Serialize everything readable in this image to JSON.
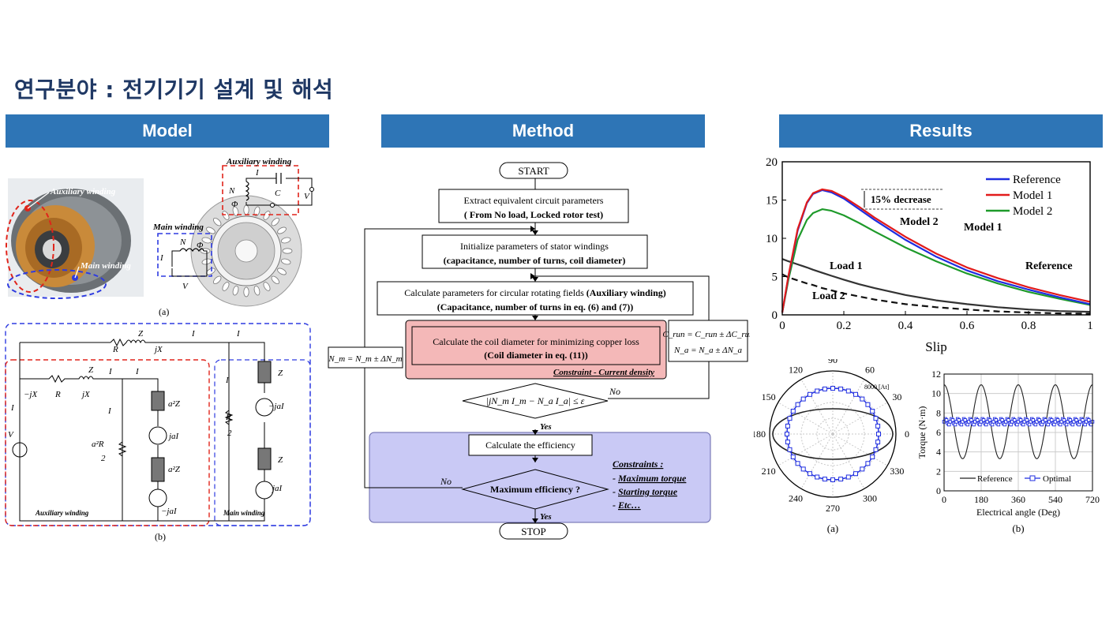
{
  "page_title": "연구분야 : 전기기기 설계 및 해석",
  "headers": {
    "model": "Model",
    "method": "Method",
    "results": "Results"
  },
  "model": {
    "aux_winding_label": "Auxiliary winding",
    "main_winding_label": "Main winding",
    "fig_a": "(a)",
    "fig_b": "(b)",
    "circuit_aux_label": "Auxiliary winding",
    "circuit_main_label": "Main winding",
    "sym": {
      "Na": "N",
      "Im": "I",
      "Vs": "V",
      "Crun": "C",
      "Ia": "I",
      "Phi": "Φ",
      "jXc": "−jX",
      "Rs": "R",
      "jXsl": "jX",
      "Rm": "R",
      "jXm": "jX",
      "Zs": "Z",
      "a2Zf": "a²Z",
      "a2Zb": "a²Z",
      "Zf": "Z",
      "Zb": "Z",
      "I1": "I",
      "I2": "I",
      "Ic": "I",
      "a2R": "a²R",
      "two": "2",
      "Rc": "R",
      "jaI2mZf": "jaI",
      "jaI2mZb": "−jaI",
      "jaI2aZf": "−jaI",
      "jaI2aZb": "jaI"
    }
  },
  "method": {
    "start": "START",
    "stop": "STOP",
    "box1_line1": "Extract equivalent circuit parameters",
    "box1_line2": "( From No load, Locked rotor test)",
    "box2_line1": "Initialize parameters of stator windings",
    "box2_line2": "(capacitance, number of turns, coil diameter)",
    "box3_line1_a": "Calculate parameters for circular rotating fields ",
    "box3_line1_b": "(Auxiliary winding)",
    "box3_line2": "(Capacitance, number of turns in eq. (6) and (7))",
    "box4_line1": "Calculate the coil diameter for minimizing copper loss",
    "box4_line2": "(Coil diameter in eq. (11))",
    "box4_constraint": "Constraint - Current density",
    "eq_left": "N_m = N_m ± ΔN_m",
    "eq_right_1": "C_run = C_run ± ΔC_run",
    "eq_right_2": "N_a = N_a ± ΔN_a",
    "decision1": "|jN_m I_m − N_a I_a| ≤ ε",
    "no1": "No",
    "yes1": "Yes",
    "box5": "Calculate the efficiency",
    "decision2": "Maximum efficiency ?",
    "no2": "No",
    "yes2": "Yes",
    "constraints_title": "Constraints :",
    "constraints": [
      "Maximum torque",
      "Starting torque",
      "Etc…"
    ]
  },
  "results": {
    "annot_decrease": "15% decrease",
    "annot_model2": "Model 2",
    "annot_model1": "Model 1",
    "annot_reference": "Reference",
    "annot_load1": "Load 1",
    "annot_load2": "Load 2",
    "polar_max_label": "8000 [At]",
    "polar_angles": [
      "90",
      "60",
      "30",
      "0",
      "330",
      "300",
      "270",
      "240",
      "210",
      "180",
      "150",
      "120"
    ],
    "fig_a": "(a)",
    "fig_b": "(b)"
  },
  "chart_data": [
    {
      "type": "line",
      "xlabel": "Slip",
      "ylabel": "",
      "xlim": [
        0,
        1
      ],
      "ylim": [
        0,
        20
      ],
      "xticks": [
        "0",
        "0.2",
        "0.4",
        "0.6",
        "0.8",
        "1"
      ],
      "yticks": [
        "0",
        "5",
        "10",
        "15",
        "20"
      ],
      "legend_position": "top-right",
      "x": [
        0,
        0.02,
        0.05,
        0.08,
        0.1,
        0.13,
        0.16,
        0.2,
        0.25,
        0.3,
        0.4,
        0.5,
        0.6,
        0.7,
        0.8,
        0.9,
        1.0
      ],
      "series": [
        {
          "name": "Reference",
          "color": "#1f2de0",
          "values": [
            0.3,
            5.0,
            11.0,
            14.6,
            15.8,
            16.3,
            16.0,
            15.2,
            13.8,
            12.4,
            9.8,
            7.6,
            5.8,
            4.4,
            3.3,
            2.3,
            1.4
          ]
        },
        {
          "name": "Model 1",
          "color": "#e21b1b",
          "values": [
            0.3,
            5.1,
            11.2,
            14.7,
            15.9,
            16.4,
            16.2,
            15.4,
            14.1,
            12.7,
            10.2,
            8.0,
            6.2,
            4.8,
            3.6,
            2.6,
            1.7
          ]
        },
        {
          "name": "Model 2",
          "color": "#1e9a2a",
          "values": [
            0.3,
            4.6,
            9.8,
            12.4,
            13.3,
            13.8,
            13.6,
            13.0,
            12.0,
            10.9,
            8.8,
            7.0,
            5.4,
            4.1,
            3.0,
            2.1,
            1.3
          ]
        },
        {
          "name": "Load 1",
          "color": "#333333",
          "values": [
            7.3,
            7.0,
            6.6,
            6.2,
            5.9,
            5.5,
            5.1,
            4.6,
            4.0,
            3.5,
            2.6,
            1.9,
            1.4,
            1.0,
            0.7,
            0.5,
            0.4
          ]
        },
        {
          "name": "Load 2",
          "color": "#111111",
          "dashed": true,
          "values": [
            5.3,
            4.9,
            4.5,
            4.1,
            3.9,
            3.5,
            3.2,
            2.8,
            2.4,
            2.0,
            1.4,
            1.0,
            0.7,
            0.45,
            0.3,
            0.2,
            0.15
          ]
        }
      ]
    },
    {
      "type": "line",
      "polar": true,
      "rmax": 8000,
      "theta_deg": [
        0,
        30,
        60,
        90,
        120,
        150,
        180,
        210,
        240,
        270,
        300,
        330
      ],
      "series": [
        {
          "name": "Ellipse",
          "color": "#222222",
          "semi_major": 7600,
          "semi_minor": 3200
        },
        {
          "name": "Circle",
          "color": "#1f2de0",
          "radius": 5800
        }
      ]
    },
    {
      "type": "line",
      "xlabel": "Electrical angle (Deg)",
      "ylabel": "Torque (N·m)",
      "xlim": [
        0,
        720
      ],
      "ylim": [
        0,
        12
      ],
      "xticks": [
        "0",
        "180",
        "360",
        "540",
        "720"
      ],
      "yticks": [
        "0",
        "2",
        "4",
        "6",
        "8",
        "10",
        "12"
      ],
      "legend_position": "bottom",
      "series": [
        {
          "name": "Reference",
          "color": "#222222",
          "mean": 7.1,
          "amplitude": 3.8,
          "period_deg": 180
        },
        {
          "name": "Optimal",
          "color": "#1f2de0",
          "mean": 7.1,
          "amplitude": 0.3,
          "period_deg": 30
        }
      ]
    }
  ]
}
